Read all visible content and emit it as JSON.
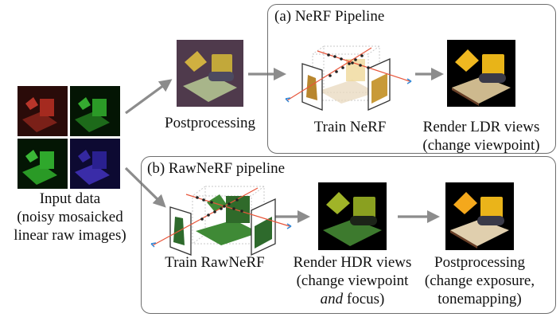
{
  "input": {
    "label_lines": [
      "Input data",
      "(noisy mosaicked",
      "linear raw images)"
    ],
    "tiles": [
      {
        "channel": "red",
        "color": "#c0322a",
        "bg": "#2a0a08"
      },
      {
        "channel": "green",
        "color": "#2fa82c",
        "bg": "#051a05"
      },
      {
        "channel": "green",
        "color": "#36b532",
        "bg": "#041604"
      },
      {
        "channel": "blue",
        "color": "#3a2cc0",
        "bg": "#0c0830"
      }
    ]
  },
  "top_postprocessing": {
    "label": "Postprocessing"
  },
  "nerf_pipeline": {
    "title": "(a) NeRF Pipeline",
    "train_label": "Train NeRF",
    "render_label_lines": [
      "Render LDR views",
      "(change viewpoint)"
    ]
  },
  "rawnerf_pipeline": {
    "title": "(b) RawNeRF pipeline",
    "train_label": "Train RawNeRF",
    "render_label_lines": [
      "Render HDR views",
      "(change viewpoint",
      "and",
      " focus)"
    ],
    "post_label_lines": [
      "Postprocessing",
      "(change exposure,",
      "tonemapping)"
    ]
  },
  "colors": {
    "arrow": "#8c8c8c",
    "box_border": "#6e6e6e",
    "ray": "#e8553a",
    "ray_tip": "#2f86d6",
    "toy_yellow": "#e8b418",
    "toy_green": "#3f8a36"
  }
}
